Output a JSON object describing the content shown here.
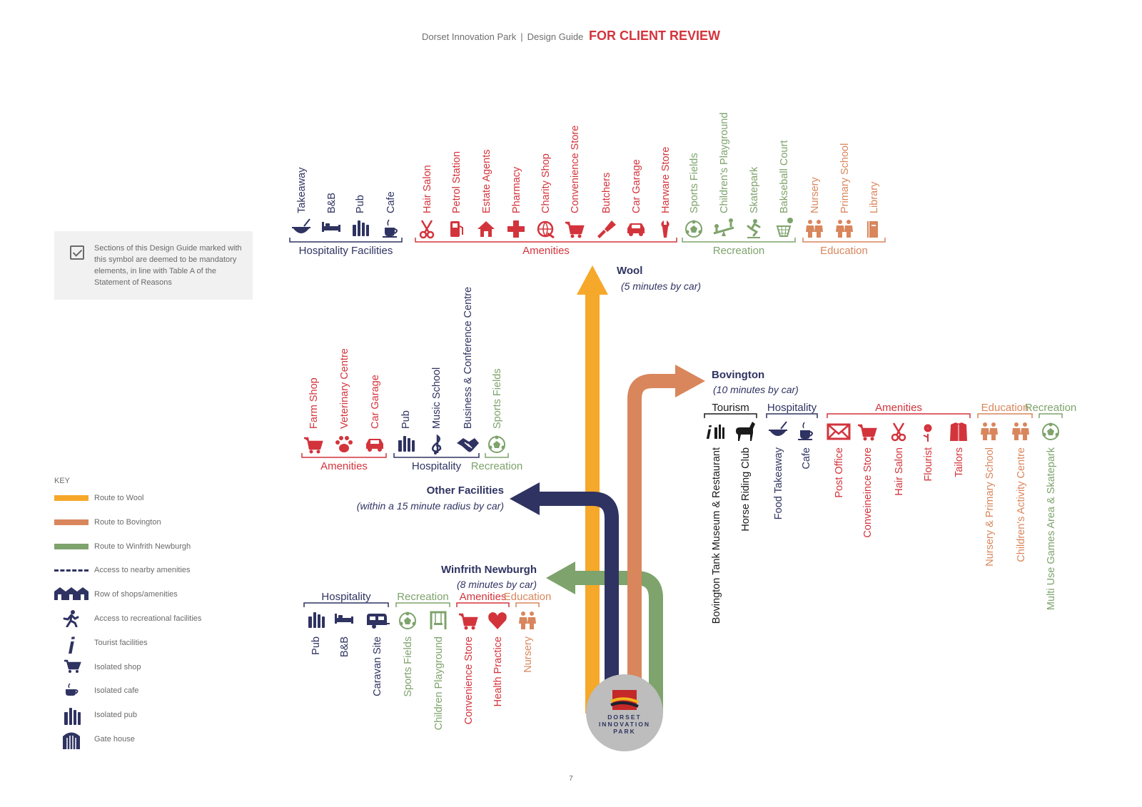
{
  "header": {
    "left": "Dorset Innovation Park",
    "middle": "Design Guide",
    "right": "FOR CLIENT REVIEW"
  },
  "note": "Sections of this Design Guide marked with this symbol are deemed to be mandatory elements, in line with Table A of the Statement of Reasons",
  "key": {
    "title": "KEY",
    "items": [
      {
        "label": "Route to Wool",
        "kind": "line",
        "color": "#f6a82a",
        "icon": "orange-line"
      },
      {
        "label": "Route to Bovington",
        "kind": "line",
        "color": "#d9865c",
        "icon": "copper-line"
      },
      {
        "label": "Route to Winfrith Newburgh",
        "kind": "line",
        "color": "#7ea36c",
        "icon": "green-line"
      },
      {
        "label": "Access to nearby amenities",
        "kind": "dash",
        "color": "#2f3361",
        "icon": "dashed-line"
      },
      {
        "label": "Row of shops/amenities",
        "kind": "shops",
        "color": "#2f3361",
        "icon": "shops-row-icon"
      },
      {
        "label": "Access to recreational facilities",
        "kind": "run",
        "color": "#2f3361",
        "icon": "running-person-icon"
      },
      {
        "label": "Tourist facilities",
        "kind": "info",
        "color": "#2f3361",
        "icon": "info-icon"
      },
      {
        "label": "Isolated shop",
        "kind": "cart",
        "color": "#2f3361",
        "icon": "cart-icon"
      },
      {
        "label": "Isolated cafe",
        "kind": "cup",
        "color": "#2f3361",
        "icon": "cup-icon"
      },
      {
        "label": "Isolated pub",
        "kind": "pub",
        "color": "#2f3361",
        "icon": "pub-icon"
      },
      {
        "label": "Gate house",
        "kind": "gate",
        "color": "#2f3361",
        "icon": "gate-icon"
      }
    ]
  },
  "colors": {
    "navy": "#2f3361",
    "red": "#d3343c",
    "green": "#7ea36c",
    "tan": "#d9865c",
    "orange": "#f6a82a"
  },
  "destinations": {
    "wool": {
      "name": "Wool",
      "time": "(5 minutes by car)"
    },
    "bovington": {
      "name": "Bovington",
      "time": "(10 minutes by car)"
    },
    "other": {
      "name": "Other Facilities",
      "time": "(within a 15 minute radius by car)"
    },
    "winfrith": {
      "name": "Winfrith Newburgh",
      "time": "(8 minutes by car)"
    }
  },
  "logo": {
    "line1": "DORSET",
    "line2": "INNOVATION",
    "line3": "PARK"
  },
  "page_number": "7",
  "groups": {
    "wool": [
      {
        "title": "Hospitality Facilities",
        "color": "#2f3361",
        "items": [
          {
            "label": "Takeaway",
            "icon": "bowl"
          },
          {
            "label": "B&B",
            "icon": "bed"
          },
          {
            "label": "Pub",
            "icon": "pub"
          },
          {
            "label": "Cafe",
            "icon": "cup"
          }
        ]
      },
      {
        "title": "Amenities",
        "color": "#d3343c",
        "items": [
          {
            "label": "Hair Salon",
            "icon": "scissors"
          },
          {
            "label": "Petrol Station",
            "icon": "fuel"
          },
          {
            "label": "Estate Agents",
            "icon": "house"
          },
          {
            "label": "Pharmacy",
            "icon": "cross"
          },
          {
            "label": "Charity Shop",
            "icon": "globe"
          },
          {
            "label": "Convenience Store",
            "icon": "cart"
          },
          {
            "label": "Butchers",
            "icon": "cleaver"
          },
          {
            "label": "Car Garage",
            "icon": "car"
          },
          {
            "label": "Harware Store",
            "icon": "wrench"
          }
        ]
      },
      {
        "title": "Recreation",
        "color": "#7ea36c",
        "items": [
          {
            "label": "Sports Fields",
            "icon": "ball"
          },
          {
            "label": "Children's Playground",
            "icon": "seesaw"
          },
          {
            "label": "Skatepark",
            "icon": "skater"
          },
          {
            "label": "Bakseball Court",
            "icon": "hoop"
          }
        ]
      },
      {
        "title": "Education",
        "color": "#d9865c",
        "items": [
          {
            "label": "Nursery",
            "icon": "kids"
          },
          {
            "label": "Primary School",
            "icon": "kids"
          },
          {
            "label": "Library",
            "icon": "book"
          }
        ]
      }
    ],
    "other": [
      {
        "title": "Amenities",
        "color": "#d3343c",
        "items": [
          {
            "label": "Farm Shop",
            "icon": "cart"
          },
          {
            "label": "Veterinary Centre",
            "icon": "paw"
          },
          {
            "label": "Car Garage",
            "icon": "car"
          }
        ]
      },
      {
        "title": "Hospitality",
        "color": "#2f3361",
        "items": [
          {
            "label": "Pub",
            "icon": "pub"
          },
          {
            "label": "Music School",
            "icon": "clef"
          },
          {
            "label": "Business & Conference Centre",
            "icon": "handshake"
          }
        ]
      },
      {
        "title": "Recreation",
        "color": "#7ea36c",
        "items": [
          {
            "label": "Sports Fields",
            "icon": "ball"
          }
        ]
      }
    ],
    "winfrith": [
      {
        "title": "Hospitality",
        "color": "#2f3361",
        "items": [
          {
            "label": "Pub",
            "icon": "pub"
          },
          {
            "label": "B&B",
            "icon": "bed"
          },
          {
            "label": "Caravan Site",
            "icon": "caravan"
          }
        ]
      },
      {
        "title": "Recreation",
        "color": "#7ea36c",
        "items": [
          {
            "label": "Sports Fields",
            "icon": "ball"
          },
          {
            "label": "Children Playground",
            "icon": "swing"
          }
        ]
      },
      {
        "title": "Amenities",
        "color": "#d3343c",
        "items": [
          {
            "label": "Convenience Store",
            "icon": "cart"
          },
          {
            "label": "Health Practice",
            "icon": "heart"
          }
        ]
      },
      {
        "title": "Education",
        "color": "#d9865c",
        "items": [
          {
            "label": "Nursery",
            "icon": "kids"
          }
        ]
      }
    ],
    "bovington": [
      {
        "title": "Tourism",
        "color": "#1a1a1a",
        "items": [
          {
            "label": "Bovington Tank Museum & Restaurant",
            "icon": "info-pub"
          },
          {
            "label": "Horse Riding Club",
            "icon": "horse"
          }
        ]
      },
      {
        "title": "Hospitality",
        "color": "#2f3361",
        "items": [
          {
            "label": "Food Takeaway",
            "icon": "bowl"
          },
          {
            "label": "Cafe",
            "icon": "cup"
          }
        ]
      },
      {
        "title": "Amenities",
        "color": "#d3343c",
        "items": [
          {
            "label": "Post Office",
            "icon": "mail"
          },
          {
            "label": "Conveineince Store",
            "icon": "cart"
          },
          {
            "label": "Hair Salon",
            "icon": "scissors"
          },
          {
            "label": "Flourist",
            "icon": "flower"
          },
          {
            "label": "Tailors",
            "icon": "shirt"
          }
        ]
      },
      {
        "title": "Education",
        "color": "#d9865c",
        "items": [
          {
            "label": "Nursery & Primary School",
            "icon": "kids"
          },
          {
            "label": "Children's Activity Centre",
            "icon": "kids"
          }
        ]
      },
      {
        "title": "Recreation",
        "color": "#7ea36c",
        "items": [
          {
            "label": "Multi Use Games Area & Skatepark",
            "icon": "ball"
          }
        ]
      }
    ]
  }
}
